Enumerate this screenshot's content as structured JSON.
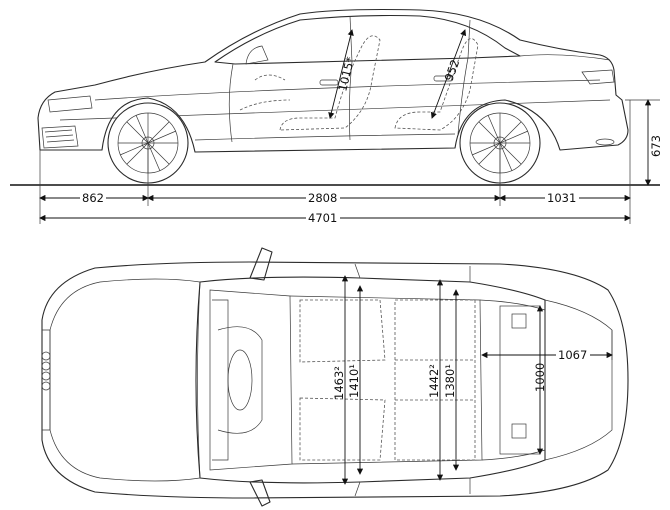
{
  "side_view": {
    "dimensions": {
      "front_overhang": "862",
      "wheelbase": "2808",
      "rear_overhang": "1031",
      "overall_length": "4701",
      "headroom_front": "1015*",
      "headroom_rear": "952",
      "trunk_sill_height": "673"
    }
  },
  "top_view": {
    "dimensions": {
      "shoulder_width_front": "1463²",
      "elbow_width_front": "1410¹",
      "shoulder_width_rear": "1442²",
      "elbow_width_rear": "1380¹",
      "trunk_length": "1067",
      "trunk_width": "1000"
    }
  },
  "colors": {
    "line": "#2b2b2b",
    "background": "#ffffff"
  }
}
